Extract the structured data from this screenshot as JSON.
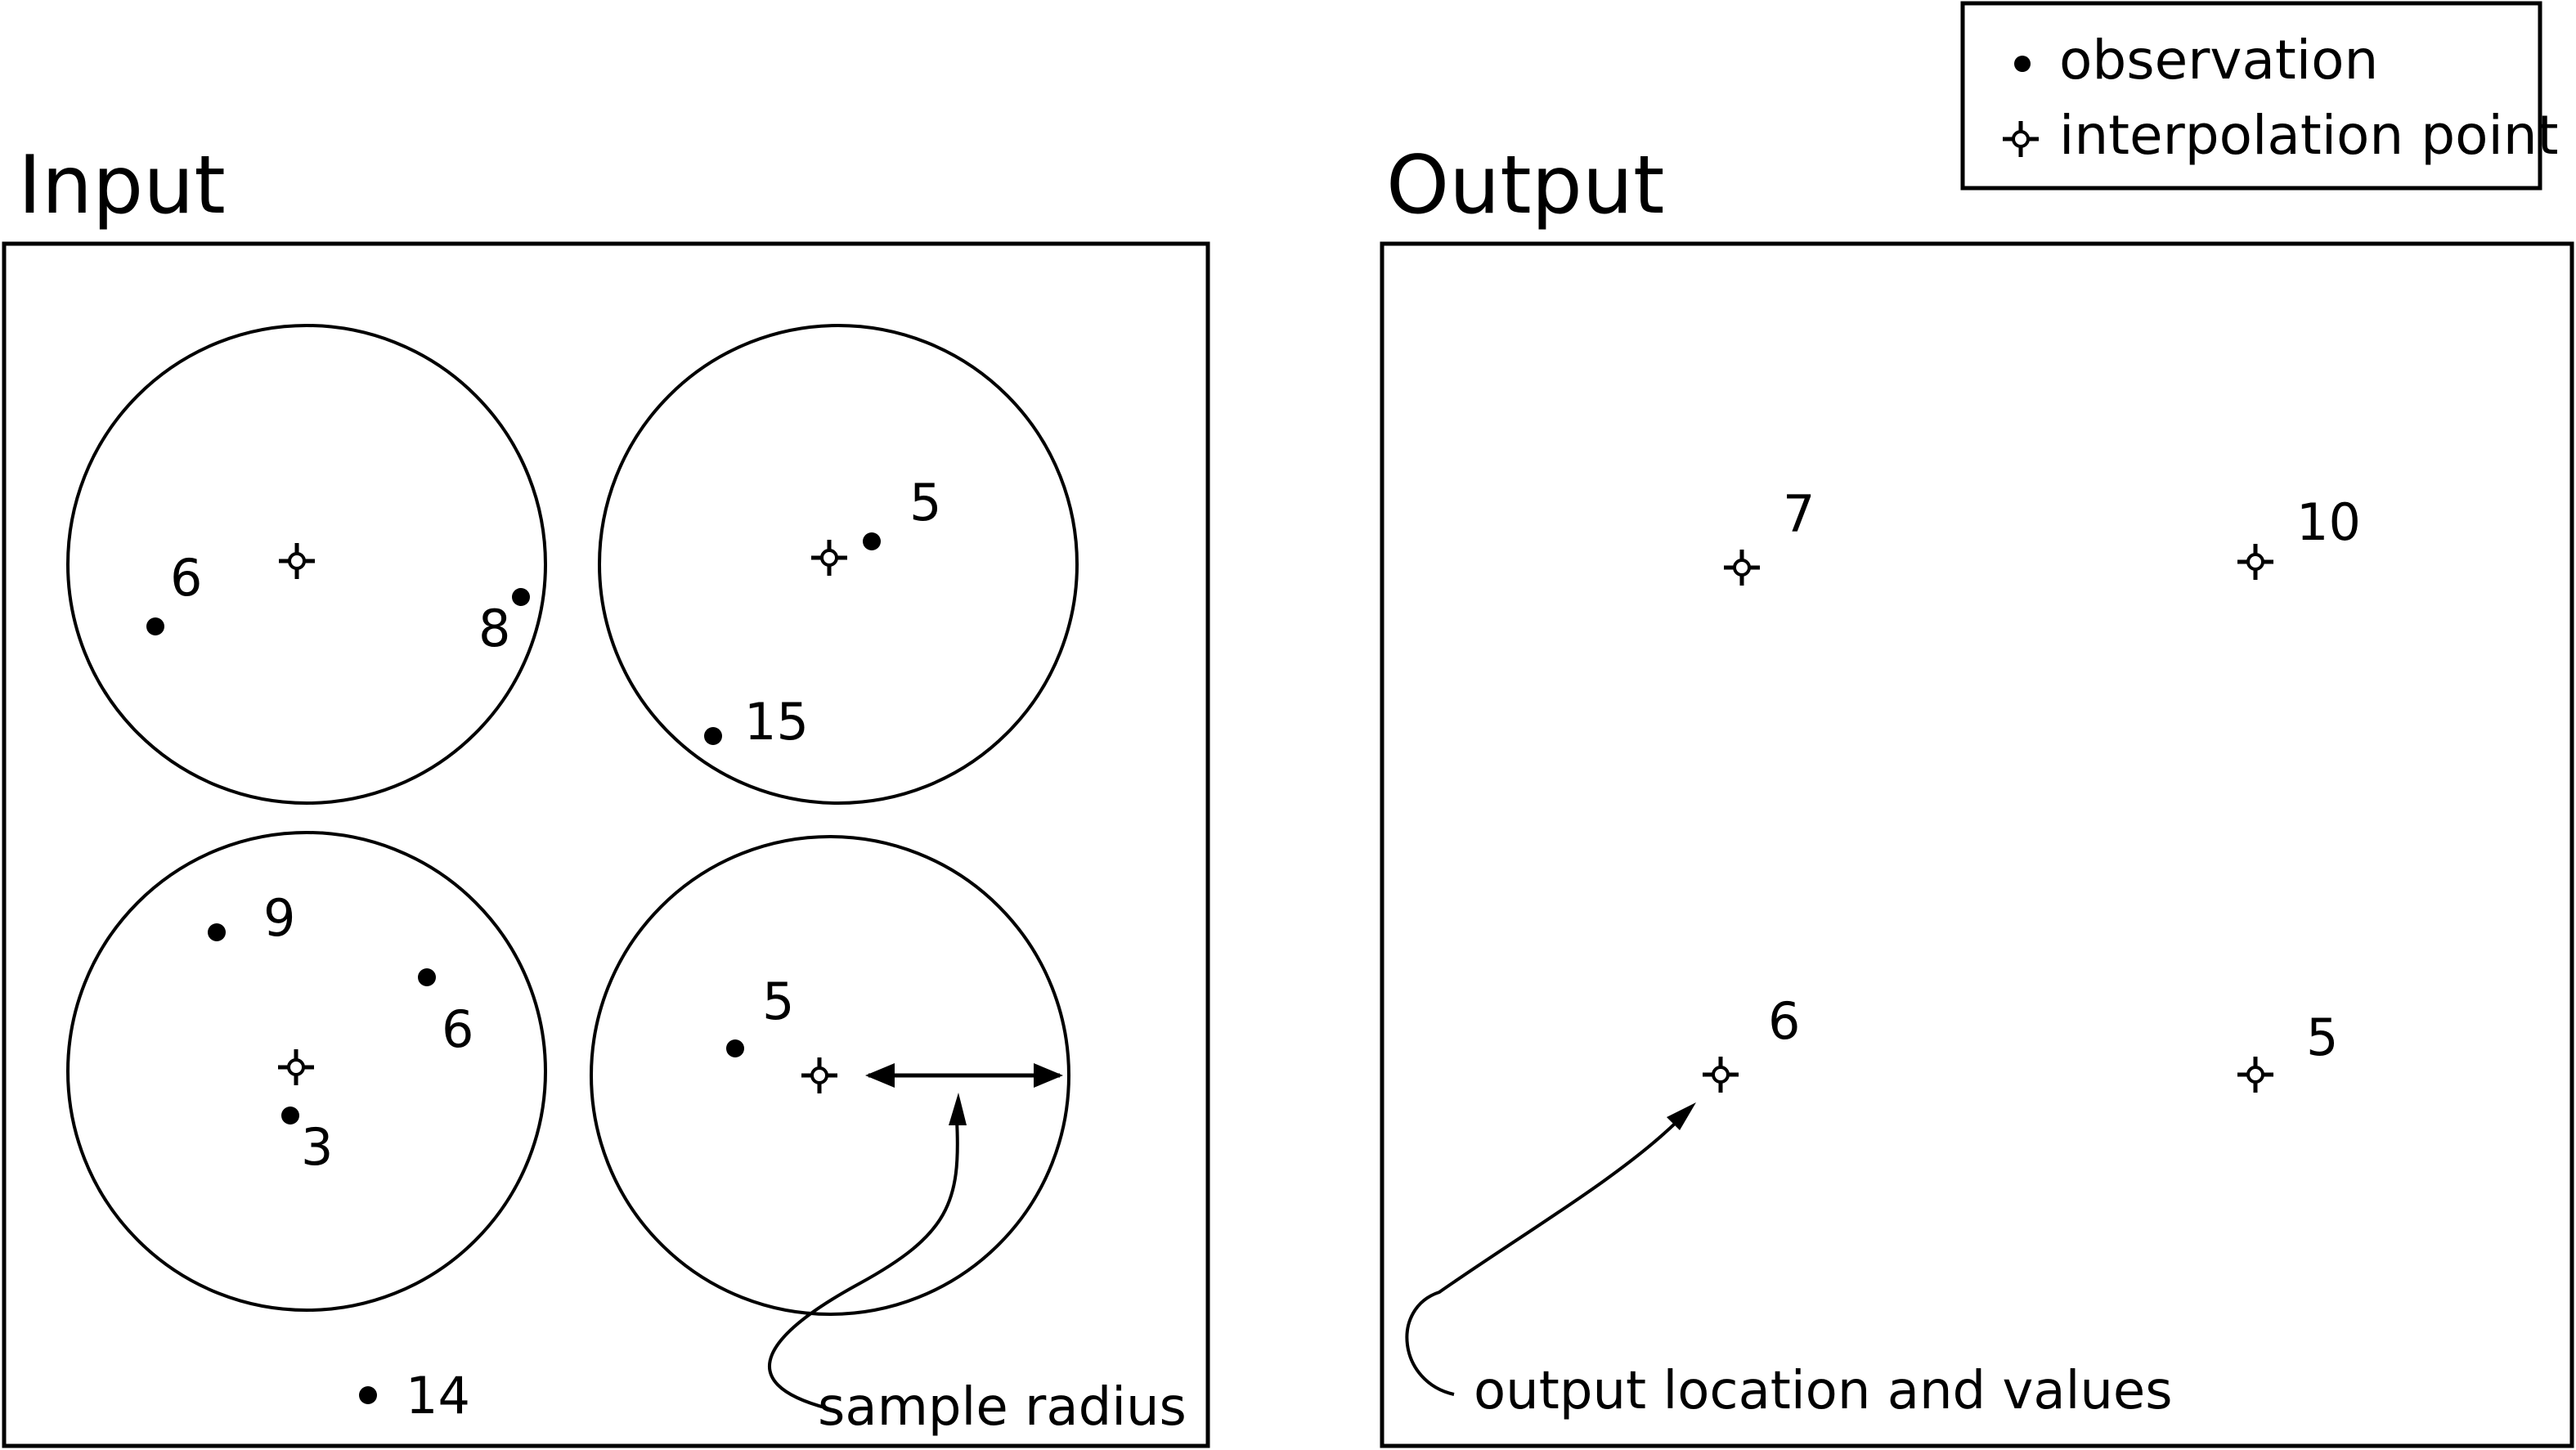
{
  "legend": {
    "observation": "observation",
    "interpolation_point": "interpolation point"
  },
  "input_panel": {
    "title": "Input",
    "values": {
      "tl_a": "6",
      "tl_b": "8",
      "tr_a": "5",
      "tr_b": "15",
      "bl_a": "9",
      "bl_b": "6",
      "bl_c": "3",
      "br_a": "5",
      "outside": "14"
    },
    "annotation": "sample radius"
  },
  "output_panel": {
    "title": "Output",
    "values": {
      "tl": "7",
      "tr": "10",
      "bl": "6",
      "br": "5"
    },
    "annotation": "output location and values"
  }
}
